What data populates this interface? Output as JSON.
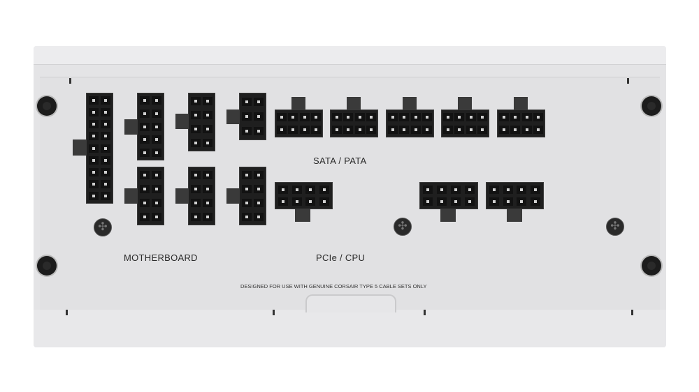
{
  "labels": {
    "sata_pata": "SATA / PATA",
    "motherboard": "MOTHERBOARD",
    "pcie_cpu": "PCIe / CPU",
    "notice": "DESIGNED FOR USE WITH GENUINE CORSAIR TYPE 5 CABLE SETS ONLY"
  },
  "colors": {
    "panel": "#e4e4e6",
    "connector": "#1f1f1f"
  }
}
